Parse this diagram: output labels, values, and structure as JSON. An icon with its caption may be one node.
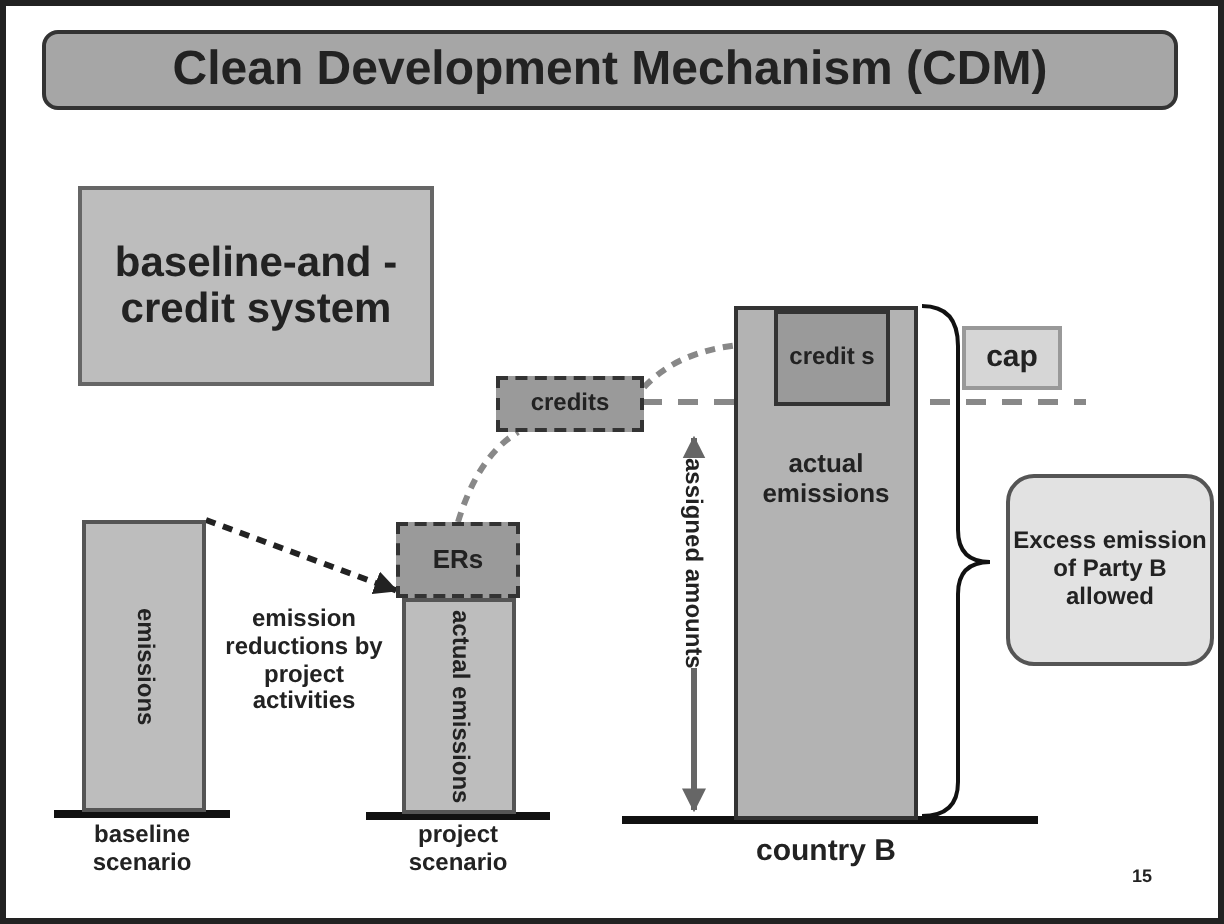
{
  "diagram": {
    "nodes": [
      {
        "text": [
          "Clean Development Mechanism (CDM)"
        ]
      },
      {
        "text": [
          "baseline-and -credit system"
        ]
      },
      {
        "text": [
          "emissions"
        ]
      },
      {
        "text": [
          "actual emissions"
        ]
      },
      {
        "text": [
          "ERs"
        ]
      },
      {
        "text": [
          "credits"
        ]
      },
      {
        "text": [
          "actual emissions"
        ]
      },
      {
        "text": [
          "credit s"
        ],
        "in": 6
      },
      {
        "text": [
          "cap"
        ]
      },
      {
        "text": [
          "Excess emission of Party B allowed"
        ]
      }
    ],
    "edges": [
      {
        "from": 2,
        "to": 4,
        "arrow": "to",
        "style": "dashed",
        "color": "#222222"
      },
      {
        "from": 4,
        "to": 5,
        "arrow": "none",
        "style": "dashed"
      },
      {
        "from": 5,
        "to": 7,
        "arrow": "to",
        "style": "dashed"
      }
    ],
    "labels": [
      "emission reductions by project activities",
      "baseline scenario",
      "project scenario",
      "assigned amounts",
      "country B",
      "15"
    ]
  }
}
